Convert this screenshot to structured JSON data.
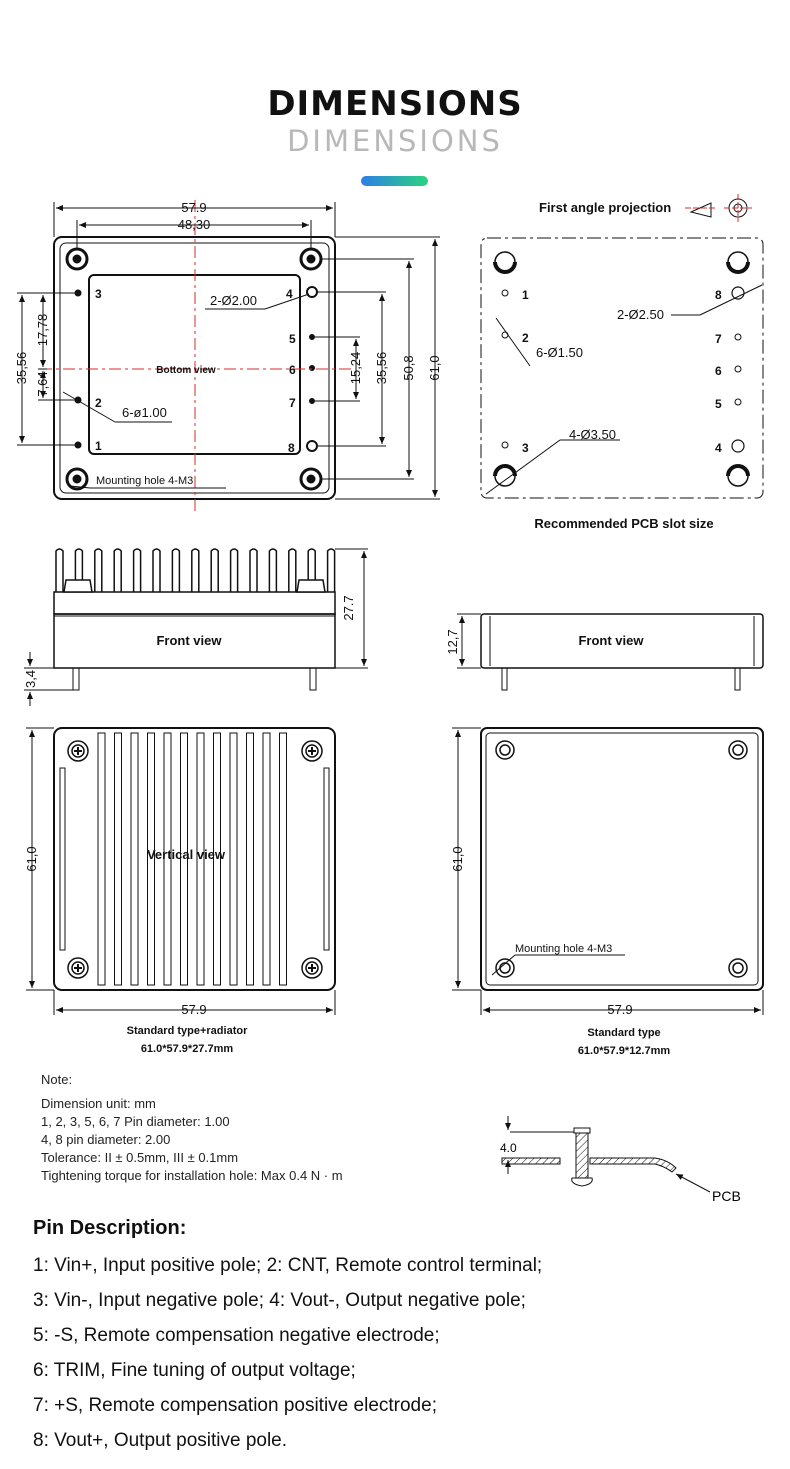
{
  "header": {
    "title": "DIMENSIONS",
    "subtitle": "DIMENSIONS",
    "accent_colors": [
      "#2f7fe6",
      "#2bd37e"
    ]
  },
  "bottom_view": {
    "label": "Bottom view",
    "dims": {
      "width": "57.9",
      "inner_width": "48,30",
      "height": "61,0",
      "h_508": "50,8",
      "h_3556_right": "35,56",
      "h_1524": "15,24",
      "h_3556_left": "35,56",
      "h_1778": "17,78",
      "h_764": "7,64"
    },
    "callouts": {
      "pin_4_8": "2-Ø2.00",
      "pins_small": "6-ø1.00",
      "mounting": "Mounting hole 4-M3"
    },
    "pins": [
      "3",
      "4",
      "5",
      "6",
      "7",
      "2",
      "1",
      "8"
    ]
  },
  "pcb_view": {
    "projection": "First angle projection",
    "caption": "Recommended PCB slot size",
    "callouts": {
      "big": "2-Ø2.50",
      "small": "6-Ø1.50",
      "mount": "4-Ø3.50"
    },
    "pins": [
      "1",
      "2",
      "3",
      "8",
      "7",
      "6",
      "5",
      "4"
    ]
  },
  "front_left": {
    "label": "Front view",
    "height": "27.7",
    "pin_len": "3,4"
  },
  "front_right": {
    "label": "Front view",
    "height": "12,7"
  },
  "vertical_view": {
    "label": "Vertical view",
    "height": "61,0",
    "width": "57.9",
    "caption1": "Standard type+radiator",
    "caption2": "61.0*57.9*27.7mm"
  },
  "standard_view": {
    "mount_label": "Mounting hole 4-M3",
    "height": "61,0",
    "width": "57.9",
    "caption1": "Standard type",
    "caption2": "61.0*57.9*12.7mm"
  },
  "pcb_detail": {
    "dim": "4.0",
    "label": "PCB"
  },
  "notes": {
    "heading": "Note:",
    "lines": [
      "Dimension unit: mm",
      "1, 2, 3, 5, 6, 7 Pin diameter: 1.00",
      "4, 8 pin diameter: 2.00",
      "Tolerance: II ± 0.5mm, III ± 0.1mm",
      "Tightening torque for installation hole: Max 0.4 N · m"
    ]
  },
  "pin_description": {
    "title": "Pin Description:",
    "lines": [
      "1: Vin+, Input positive pole;  2: CNT, Remote control terminal;",
      "3: Vin-, Input negative pole; 4: Vout-, Output negative pole;",
      "5: -S, Remote compensation negative electrode;",
      "6: TRIM, Fine tuning of output voltage;",
      "7: +S, Remote compensation positive electrode;",
      "8: Vout+, Output positive pole."
    ]
  }
}
